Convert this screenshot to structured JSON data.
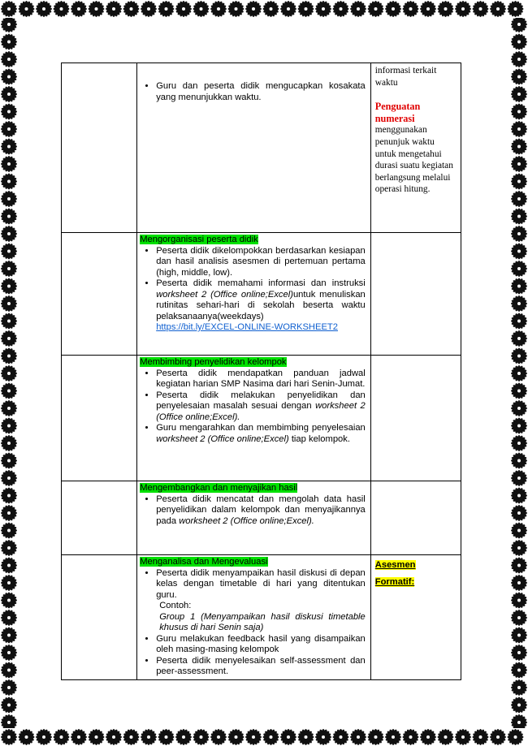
{
  "rows": [
    {
      "middle": {
        "heading": "",
        "items": [
          {
            "parts": [
              {
                "t": "Guru dan peserta didik mengucapkan kosakata yang menunjukkan waktu.",
                "i": false
              }
            ]
          }
        ]
      },
      "right": {
        "pre": "informasi terkait waktu",
        "highlight": "Penguatan numerasi",
        "post": "menggunakan penunjuk waktu untuk mengetahui durasi suatu kegiatan berlangsung melalui operasi hitung."
      }
    },
    {
      "middle": {
        "heading": "Mengorganisasi peserta didik",
        "items": [
          {
            "parts": [
              {
                "t": "Peserta didik dikelompokkan berdasarkan kesiapan dan hasil analisis asesmen di pertemuan pertama (high, middle, low).",
                "i": false
              }
            ]
          },
          {
            "parts": [
              {
                "t": "Peserta didik memahami informasi dan instruksi ",
                "i": false
              },
              {
                "t": "worksheet 2 (Office online;Excel)",
                "i": true
              },
              {
                "t": "untuk menuliskan rutinitas sehari-hari di sekolah beserta waktu pelaksanaanya(weekdays)",
                "i": false
              }
            ],
            "link": "https://bit.ly/EXCEL-ONLINE-WORKSHEET2"
          }
        ]
      },
      "right": null
    },
    {
      "middle": {
        "heading": "Membimbing penyelidikan kelompok",
        "items": [
          {
            "parts": [
              {
                "t": "Peserta didik mendapatkan panduan jadwal kegiatan harian SMP Nasima dari hari Senin-Jumat.",
                "i": false
              }
            ]
          },
          {
            "parts": [
              {
                "t": "Peserta didik melakukan penyelidikan dan penyelesaian masalah sesuai dengan ",
                "i": false
              },
              {
                "t": "worksheet 2 (Office online;Excel).",
                "i": true
              }
            ]
          },
          {
            "parts": [
              {
                "t": "Guru mengarahkan dan membimbing penyelesaian ",
                "i": false
              },
              {
                "t": "worksheet 2 (Office online;Excel)",
                "i": true
              },
              {
                "t": " tiap kelompok.",
                "i": false
              }
            ]
          }
        ]
      },
      "right": null
    },
    {
      "middle": {
        "heading": "Mengembangkan dan menyajikan hasil",
        "items": [
          {
            "parts": [
              {
                "t": "Peserta didik mencatat dan mengolah data hasil penyelidikan dalam kelompok dan menyajikannya pada ",
                "i": false
              },
              {
                "t": "worksheet 2 (Office online;Excel).",
                "i": true
              }
            ]
          }
        ]
      },
      "right": null
    },
    {
      "middle": {
        "heading": "Menganalisa dan Mengevaluasi",
        "items": [
          {
            "parts": [
              {
                "t": "Peserta didik menyampaikan hasil diskusi di depan kelas dengan timetable di hari yang ditentukan guru.",
                "i": false
              }
            ],
            "example_label": "Contoh:",
            "example_text": "Group 1 (Menyampaikan hasil diskusi timetable khusus di hari Senin saja)"
          },
          {
            "parts": [
              {
                "t": "Guru melakukan feedback hasil yang disampaikan oleh masing-masing kelompok",
                "i": false
              }
            ]
          },
          {
            "parts": [
              {
                "t": "Peserta didik menyelesaikan self-assessment dan peer-assessment.",
                "i": false
              }
            ]
          }
        ]
      },
      "right": {
        "labels": [
          "Asesmen",
          "Formatif:"
        ]
      }
    }
  ],
  "colors": {
    "highlight_green": "#00e000",
    "highlight_yellow": "#ffff00",
    "red_text": "#e00000",
    "link": "#1060d0"
  }
}
